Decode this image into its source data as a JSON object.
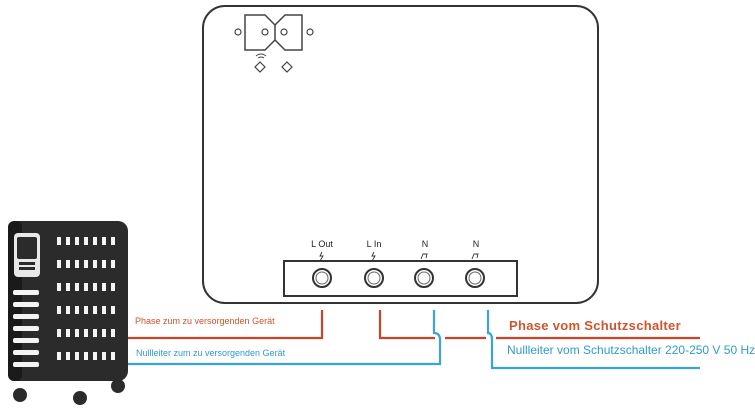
{
  "terminals": [
    {
      "label": "L Out",
      "symbol": "lightning-icon"
    },
    {
      "label": "L In",
      "symbol": "lightning-icon"
    },
    {
      "label": "N",
      "symbol": "neutral-icon"
    },
    {
      "label": "N",
      "symbol": "neutral-icon"
    }
  ],
  "wires": {
    "phase_device_label": "Phase zum zu versorgenden Gerät",
    "neutral_device_label": "Nullleiter zum zu versorgenden Gerät",
    "phase_breaker_label": "Phase vom Schutzschalter",
    "neutral_breaker_label": "Nullleiter vom Schutzschalter 220-250 V 50 Hz"
  },
  "colors": {
    "phase": "#c8452a",
    "neutral": "#3ba3d8",
    "device": "#2a2a2a",
    "module_border": "#333333"
  }
}
